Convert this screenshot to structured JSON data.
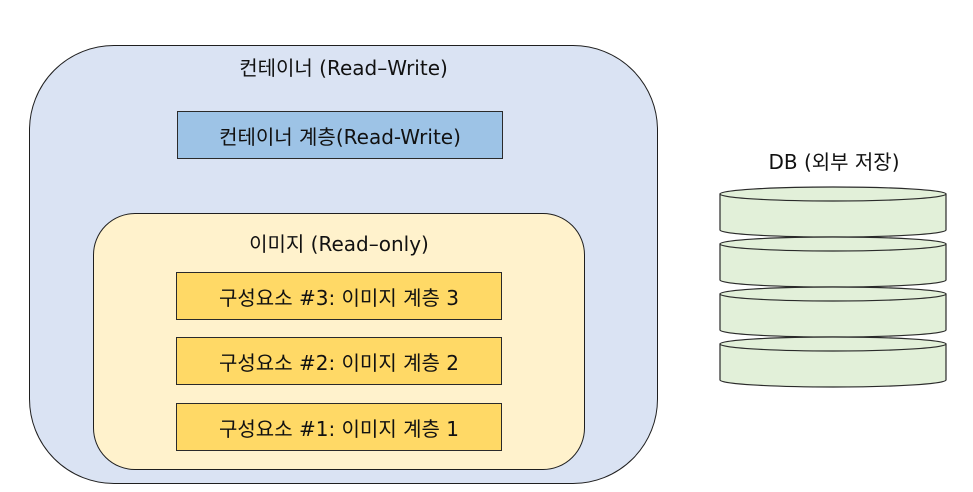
{
  "container": {
    "title": "컨테이너 (Read–Write)",
    "rw_layer_label": "컨테이너 계층(Read-Write)"
  },
  "image": {
    "title": "이미지 (Read–only)",
    "layers": [
      {
        "label": "구성요소 #3: 이미지 계층 3"
      },
      {
        "label": "구성요소 #2: 이미지 계층 2"
      },
      {
        "label": "구성요소 #1: 이미지 계층 1"
      }
    ]
  },
  "db": {
    "label": "DB (외부 저장)",
    "disk_count": 4,
    "fill_color": "#e2f0d9"
  },
  "colors": {
    "container_bg": "#dae3f3",
    "rw_layer_bg": "#9dc3e6",
    "image_bg": "#fff2cc",
    "image_layer_bg": "#ffd966"
  }
}
